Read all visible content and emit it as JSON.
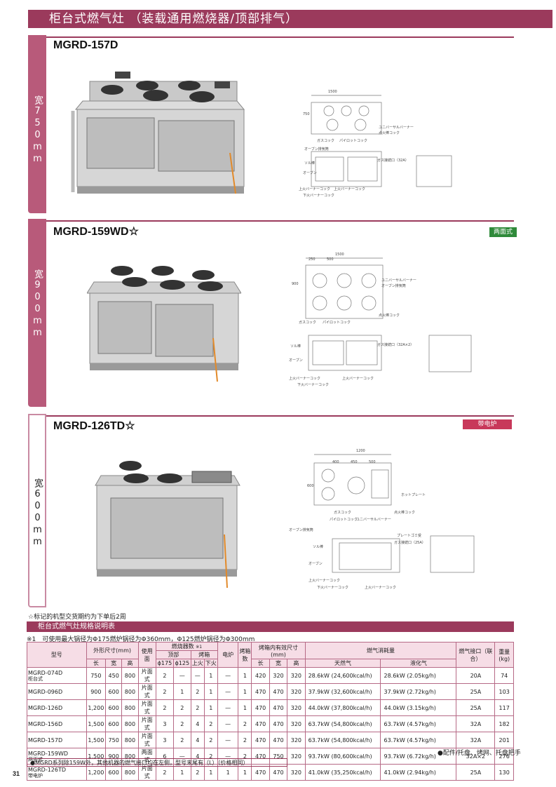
{
  "header": {
    "title": "柜台式燃气灶 （装载通用燃烧器/顶部排气）"
  },
  "sections": [
    {
      "side_label": "宽750mm",
      "model": "MGRD-157D",
      "badge": "",
      "drawing_labels": [
        "ガスコック",
        "パイロットコック",
        "ユニバーサルバーナー",
        "点火棒コック",
        "オーブン排気筒",
        "ソル棒",
        "ガス接続口（32A）",
        "オーブン",
        "上火バーナーコック",
        "下火バーナーコック"
      ],
      "dims": [
        "1500",
        "750"
      ]
    },
    {
      "side_label": "宽900mm",
      "model": "MGRD-159WD☆",
      "badge": "两面式",
      "drawing_labels": [
        "ユニバーサルバーナー",
        "オーブン排気筒",
        "点火棒コック",
        "ガスコック",
        "パイロットコック",
        "ソル棒",
        "ガス接続口（32A×2）",
        "オーブン",
        "上火バーナーコック",
        "下火バーナーコック"
      ],
      "dims": [
        "1500",
        "250",
        "500",
        "900"
      ]
    },
    {
      "side_label": "宽600mm",
      "model": "MGRD-126TD☆",
      "badge": "带电炉",
      "drawing_labels": [
        "ホットプレート",
        "点火棒コック",
        "ガスコック",
        "パイロットコック",
        "ユニバーサルバーナー",
        "オーブン排気筒",
        "プレートゴミ受",
        "ソル棒",
        "ガス接続口（25A）",
        "オーブン",
        "上火バーナーコック",
        "下火バーナーコック"
      ],
      "dims": [
        "1200",
        "400",
        "450",
        "500",
        "600"
      ]
    }
  ],
  "notes": {
    "star_note": "☆标记的机型交货期约为下单后2周",
    "spec_title": "柜台式燃气灶规格说明表",
    "footnote1": "※1　可使用最大锅径为Φ175燃炉锅径为Φ360mm，Φ125燃炉锅径为Φ300mm",
    "accessory": "●配件/托盘、烤网、托盘把手",
    "footer_note": "●MGRD系列除159W外，其他机器的燃气接口均在左侧，型号末尾有（L）（价格相同）",
    "page_number": "31"
  },
  "table": {
    "headers": {
      "model": "型号",
      "outer": "外形尺寸(mm)",
      "outer_sub": [
        "长",
        "宽",
        "高"
      ],
      "use_side": "使用面",
      "burners": "燃烧器数",
      "burners_mark": "※1",
      "top": "顶部",
      "oven_box": "烤箱",
      "top_sub": [
        "ϕ175",
        "ϕ125"
      ],
      "oven_sub": [
        "上火",
        "下火"
      ],
      "electric": "电炉",
      "oven_count": "烤箱数",
      "oven_inner": "烤箱内有效尺寸(mm)",
      "oven_inner_sub": [
        "长",
        "宽",
        "高"
      ],
      "gas_consumption": "燃气消耗量",
      "gas_sub": [
        "天然气",
        "液化气"
      ],
      "gas_inlet": "燃气接口（联合）",
      "weight": "重量(kg)"
    },
    "rows": [
      {
        "model": "MGRD-074D",
        "model_sub": "柜台式",
        "l": "750",
        "w": "450",
        "h": "800",
        "side": "片面式",
        "b175": "2",
        "b125": "—",
        "up": "—",
        "down": "1",
        "elec": "—",
        "ovens": "1",
        "il": "420",
        "iw": "320",
        "ih": "320",
        "ng": "28.6kW (24,600kcal/h)",
        "lpg": "28.6kW (2.05kg/h)",
        "inlet": "20A",
        "weight": "74"
      },
      {
        "model": "MGRD-096D",
        "model_sub": "",
        "l": "900",
        "w": "600",
        "h": "800",
        "side": "片面式",
        "b175": "2",
        "b125": "1",
        "up": "2",
        "down": "1",
        "elec": "—",
        "ovens": "1",
        "il": "470",
        "iw": "470",
        "ih": "320",
        "ng": "37.9kW (32,600kcal/h)",
        "lpg": "37.9kW (2.72kg/h)",
        "inlet": "25A",
        "weight": "103"
      },
      {
        "model": "MGRD-126D",
        "model_sub": "",
        "l": "1,200",
        "w": "600",
        "h": "800",
        "side": "片面式",
        "b175": "2",
        "b125": "2",
        "up": "2",
        "down": "1",
        "elec": "—",
        "ovens": "1",
        "il": "470",
        "iw": "470",
        "ih": "320",
        "ng": "44.0kW (37,800kcal/h)",
        "lpg": "44.0kW (3.15kg/h)",
        "inlet": "25A",
        "weight": "117"
      },
      {
        "model": "MGRD-156D",
        "model_sub": "",
        "l": "1,500",
        "w": "600",
        "h": "800",
        "side": "片面式",
        "b175": "3",
        "b125": "2",
        "up": "4",
        "down": "2",
        "elec": "—",
        "ovens": "2",
        "il": "470",
        "iw": "470",
        "ih": "320",
        "ng": "63.7kW (54,800kcal/h)",
        "lpg": "63.7kW (4.57kg/h)",
        "inlet": "32A",
        "weight": "182"
      },
      {
        "model": "MGRD-157D",
        "model_sub": "",
        "l": "1,500",
        "w": "750",
        "h": "800",
        "side": "片面式",
        "b175": "3",
        "b125": "2",
        "up": "4",
        "down": "2",
        "elec": "—",
        "ovens": "2",
        "il": "470",
        "iw": "470",
        "ih": "320",
        "ng": "63.7kW (54,800kcal/h)",
        "lpg": "63.7kW (4.57kg/h)",
        "inlet": "32A",
        "weight": "201"
      },
      {
        "model": "MGRD-159WD",
        "model_sub": "两面式",
        "l": "1,500",
        "w": "900",
        "h": "800",
        "side": "两面式",
        "b175": "6",
        "b125": "—",
        "up": "4",
        "down": "2",
        "elec": "—",
        "ovens": "2",
        "il": "470",
        "iw": "750",
        "ih": "320",
        "ng": "93.7kW (80,600kcal/h)",
        "lpg": "93.7kW (6.72kg/h)",
        "inlet": "32A×2",
        "weight": "276"
      },
      {
        "model": "MGRD-126TD",
        "model_sub": "带电炉",
        "l": "1,200",
        "w": "600",
        "h": "800",
        "side": "片面式",
        "b175": "2",
        "b125": "1",
        "up": "2",
        "down": "1",
        "elec": "1",
        "ovens": "1",
        "il": "470",
        "iw": "470",
        "ih": "320",
        "ng": "41.0kW (35,250kcal/h)",
        "lpg": "41.0kW (2.94kg/h)",
        "inlet": "25A",
        "weight": "130"
      }
    ]
  },
  "colors": {
    "accent": "#9b3a5c",
    "tab": "#b85a7a",
    "header_cell": "#f6dde6",
    "badge_red": "#c8385a",
    "badge_green": "#2f8a3a"
  }
}
